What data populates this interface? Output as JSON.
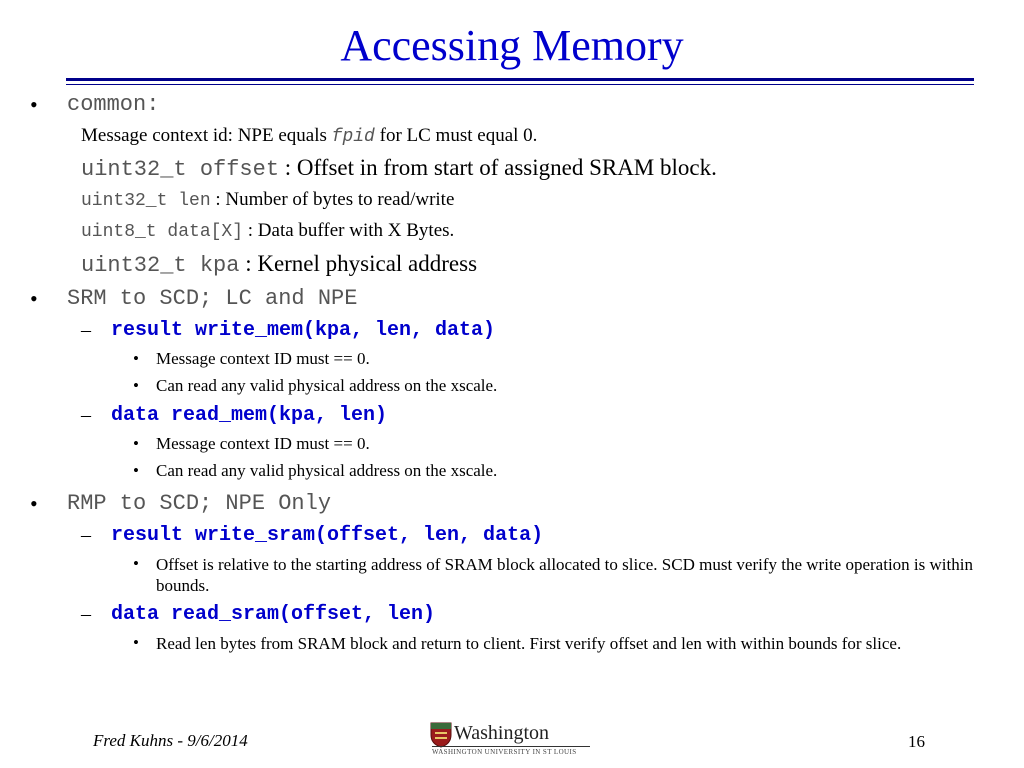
{
  "title": "Accessing Memory",
  "common": {
    "label": "common:",
    "line1_a": "Message context id: NPE equals ",
    "line1_code": "fpid",
    "line1_b": " for LC must equal 0.",
    "offset_code": "uint32_t offset",
    "offset_text": " : Offset in from start of assigned SRAM block.",
    "len_code": "uint32_t len",
    "len_text": " : Number of bytes to read/write",
    "data_code": "uint8_t data[X]",
    "data_text": " : Data buffer with X Bytes.",
    "kpa_code": "uint32_t kpa",
    "kpa_text": " : Kernel physical address"
  },
  "srm": {
    "label": "SRM to SCD; LC and NPE",
    "write_mem": "result write_mem(kpa, len, data)",
    "write_mem_b1": "Message context ID must == 0.",
    "write_mem_b2": "Can read any valid physical address on the xscale.",
    "read_mem": "data read_mem(kpa, len)",
    "read_mem_b1": "Message context ID must == 0.",
    "read_mem_b2": "Can read any valid physical address on the xscale."
  },
  "rmp": {
    "label": "RMP to SCD; NPE Only",
    "write_sram": "result write_sram(offset, len, data)",
    "write_sram_b1": "Offset is relative to the starting address of SRAM block allocated to slice. SCD must verify the write operation is within bounds.",
    "read_sram": "data read_sram(offset, len)",
    "read_sram_b1": "Read len bytes from SRAM block and return to client. First verify offset and len with within bounds for slice."
  },
  "footer": {
    "author_date": "Fred Kuhns - 9/6/2014",
    "page_number": "16",
    "logo_text": "Washington",
    "logo_subtext": "WASHINGTON UNIVERSITY IN ST LOUIS"
  },
  "glyphs": {
    "bullet": "•",
    "dash": "–"
  }
}
